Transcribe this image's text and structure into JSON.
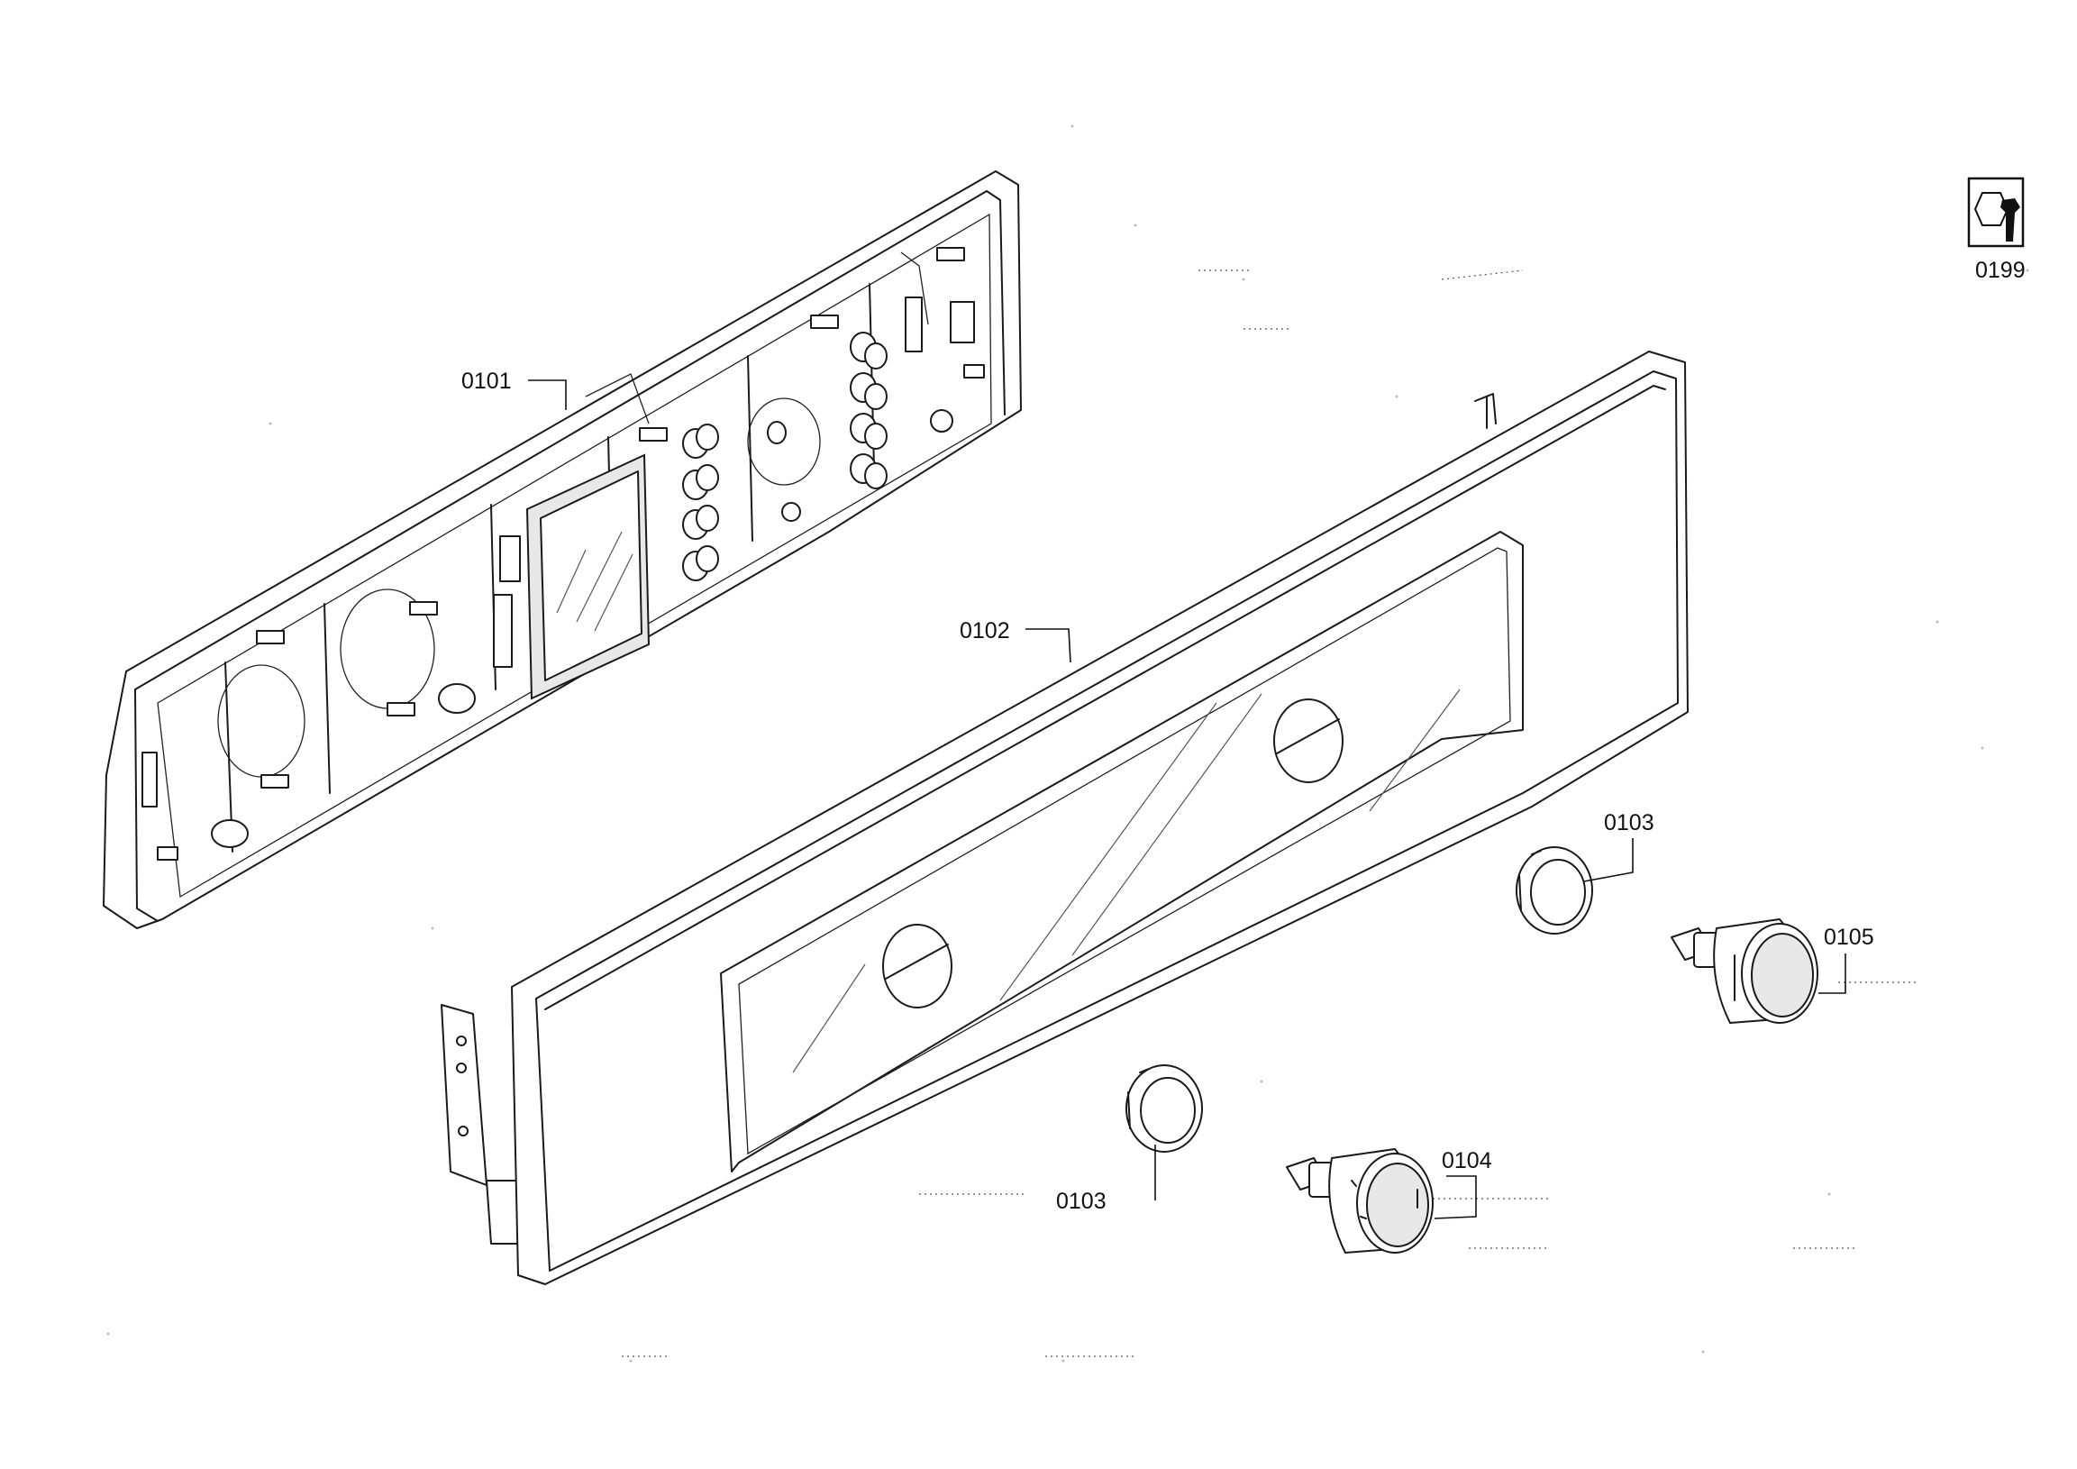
{
  "labels": {
    "p0101": "0101",
    "p0102": "0102",
    "p0103a": "0103",
    "p0103b": "0103",
    "p0104": "0104",
    "p0105": "0105",
    "p0199": "0199"
  },
  "icons": {
    "tool": "wrench-nut-icon"
  }
}
